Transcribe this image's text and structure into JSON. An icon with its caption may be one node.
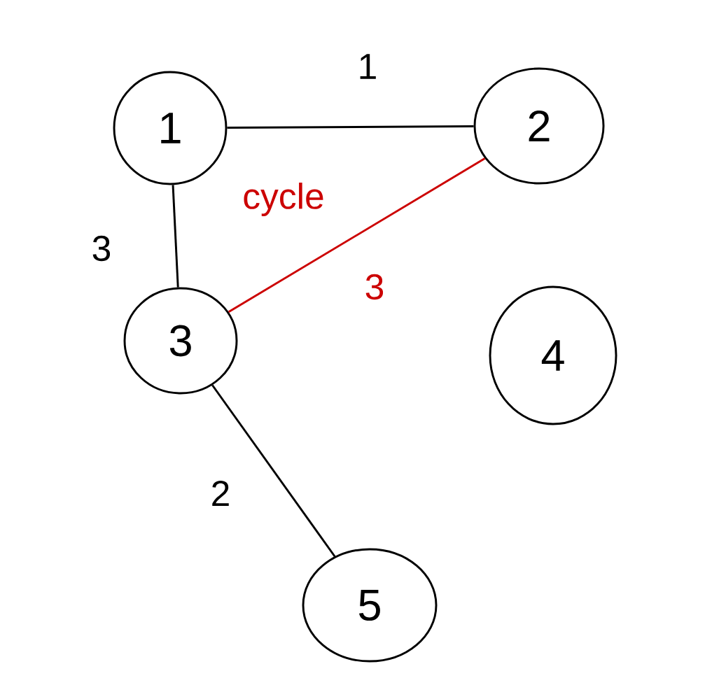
{
  "diagram": {
    "nodes": [
      {
        "text": [
          "1"
        ]
      },
      {
        "text": [
          "2"
        ]
      },
      {
        "text": [
          "3"
        ]
      },
      {
        "text": [
          "4"
        ]
      },
      {
        "text": [
          "5"
        ]
      }
    ],
    "edges": [
      {
        "from": 0,
        "to": 1,
        "arrow": "none",
        "label": "1"
      },
      {
        "from": 0,
        "to": 2,
        "arrow": "none",
        "label": "3"
      },
      {
        "from": 1,
        "to": 2,
        "arrow": "none",
        "label": "3",
        "color": "#cc0000"
      },
      {
        "from": 2,
        "to": 4,
        "arrow": "none",
        "label": "2"
      }
    ],
    "labels": [
      "cycle"
    ]
  }
}
